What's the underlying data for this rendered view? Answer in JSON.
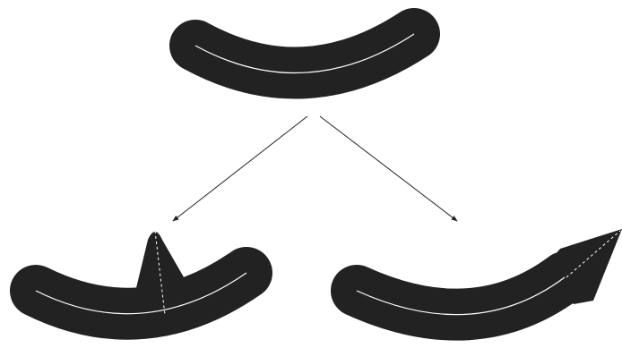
{
  "colors": {
    "background": "#ffffff",
    "stroke_fill": "#222222",
    "centerline": "#ffffff",
    "arrow": "#222222"
  },
  "elements": {
    "source_stroke": "curved-brush-stroke",
    "left_result": "stroke-with-upward-spike",
    "right_result": "stroke-with-tapered-point"
  }
}
